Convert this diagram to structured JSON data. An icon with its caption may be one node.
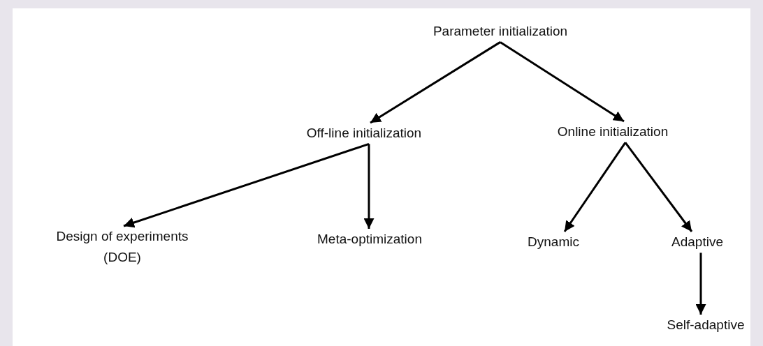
{
  "diagram": {
    "nodes": [
      {
        "text": [
          "Parameter initialization"
        ]
      },
      {
        "text": [
          "Off-line initialization"
        ]
      },
      {
        "text": [
          "Online initialization"
        ]
      },
      {
        "text": [
          "Design of experiments (DOE)"
        ]
      },
      {
        "text": [
          "Meta-optimization"
        ]
      },
      {
        "text": [
          "Dynamic"
        ]
      },
      {
        "text": [
          "Adaptive"
        ]
      },
      {
        "text": [
          "Self-adaptive"
        ]
      }
    ],
    "edges": [
      {
        "from": 0,
        "to": 1,
        "arrow": "to"
      },
      {
        "from": 0,
        "to": 2,
        "arrow": "to"
      },
      {
        "from": 1,
        "to": 3,
        "arrow": "to"
      },
      {
        "from": 1,
        "to": 4,
        "arrow": "to"
      },
      {
        "from": 2,
        "to": 5,
        "arrow": "to"
      },
      {
        "from": 2,
        "to": 6,
        "arrow": "to"
      },
      {
        "from": 6,
        "to": 7,
        "arrow": "to"
      }
    ]
  }
}
